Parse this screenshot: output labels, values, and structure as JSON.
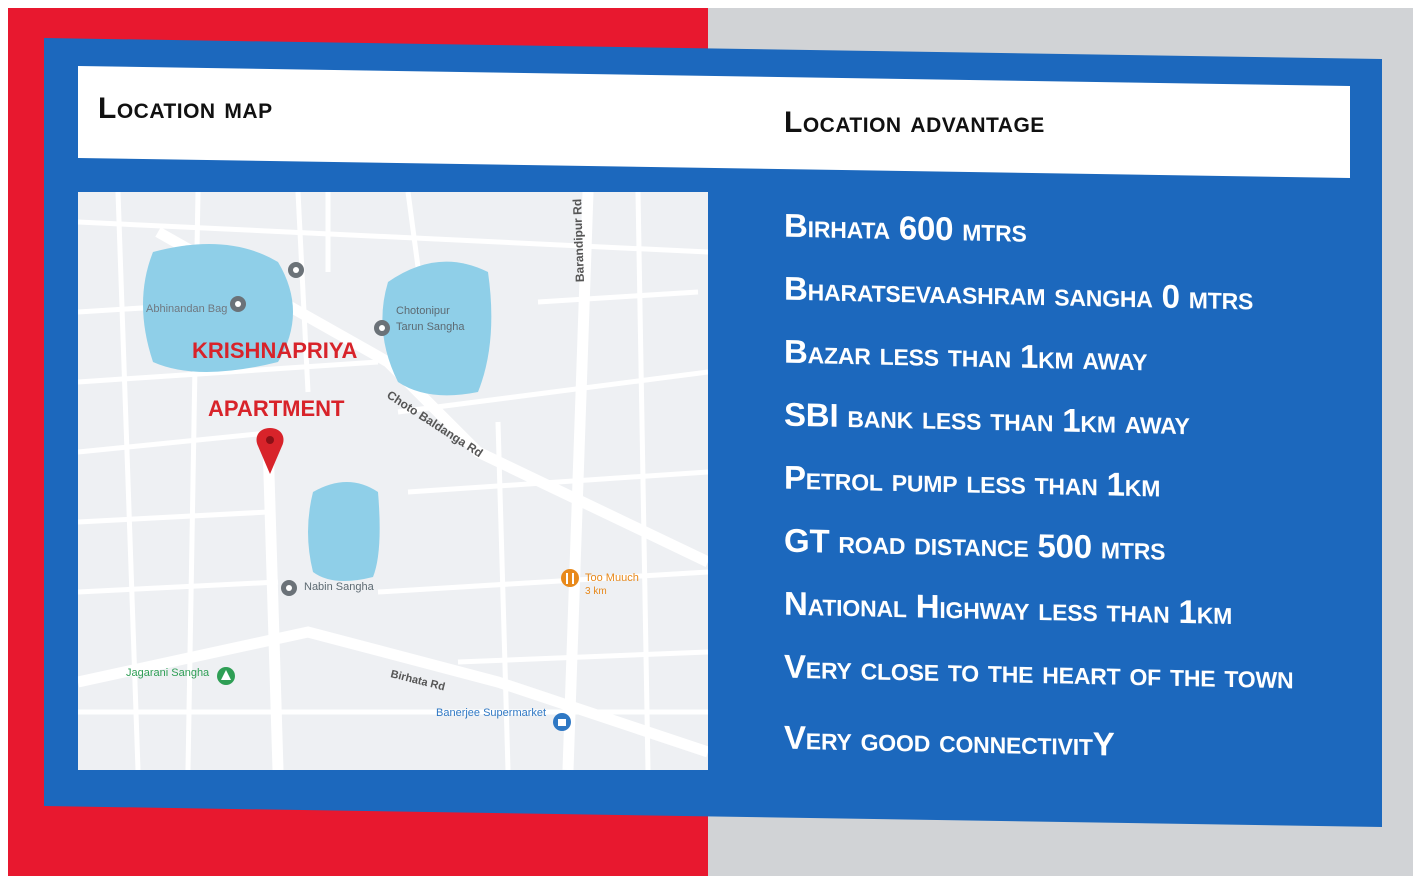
{
  "header": {
    "left_title": "Location map",
    "right_title": "Location advantage"
  },
  "map": {
    "marker_label_line1": "KRISHNAPRIYA",
    "marker_label_line2": "APARTMENT",
    "places": {
      "abhinandan_bag": "Abhinandan Bag",
      "chotonipur": "Chotonipur",
      "tarun_sangha": "Tarun Sangha",
      "nabin_sangha": "Nabin Sangha",
      "jagarani_sangha": "Jagarani Sangha",
      "too_muuch": "Too Muuch",
      "too_muuch_dist": "3 km",
      "banerjee_supermarket": "Banerjee Supermarket"
    },
    "roads": {
      "barandipur": "Barandipur Rd",
      "choto_baldanga": "Choto Baldanga Rd",
      "birhata": "Birhata Rd"
    },
    "colors": {
      "water": "#8fcfe8",
      "road": "#ffffff",
      "land": "#eef0f3",
      "marker": "#d8232a",
      "label": "#d8232a",
      "green_poi": "#2e9e55",
      "orange_poi": "#e8891b",
      "blue_poi": "#2f78c4",
      "gray_poi": "#6b7278"
    }
  },
  "advantages": [
    "Birhata 600 mtrs",
    "Bharatsevaashram sangha 0 mtrs",
    "Bazar less than 1km away",
    "SBI bank less than 1km away",
    "Petrol pump less than 1km",
    "GT road distance 500 mtrs",
    "National Highway less than 1km",
    "Very close to the heart of the town",
    "Very good connectivitY"
  ],
  "colors": {
    "left_background": "#e8182f",
    "right_background": "#d1d3d6",
    "panel": "#1c68bd",
    "header_bar": "#ffffff",
    "advantage_text": "#ffffff"
  }
}
